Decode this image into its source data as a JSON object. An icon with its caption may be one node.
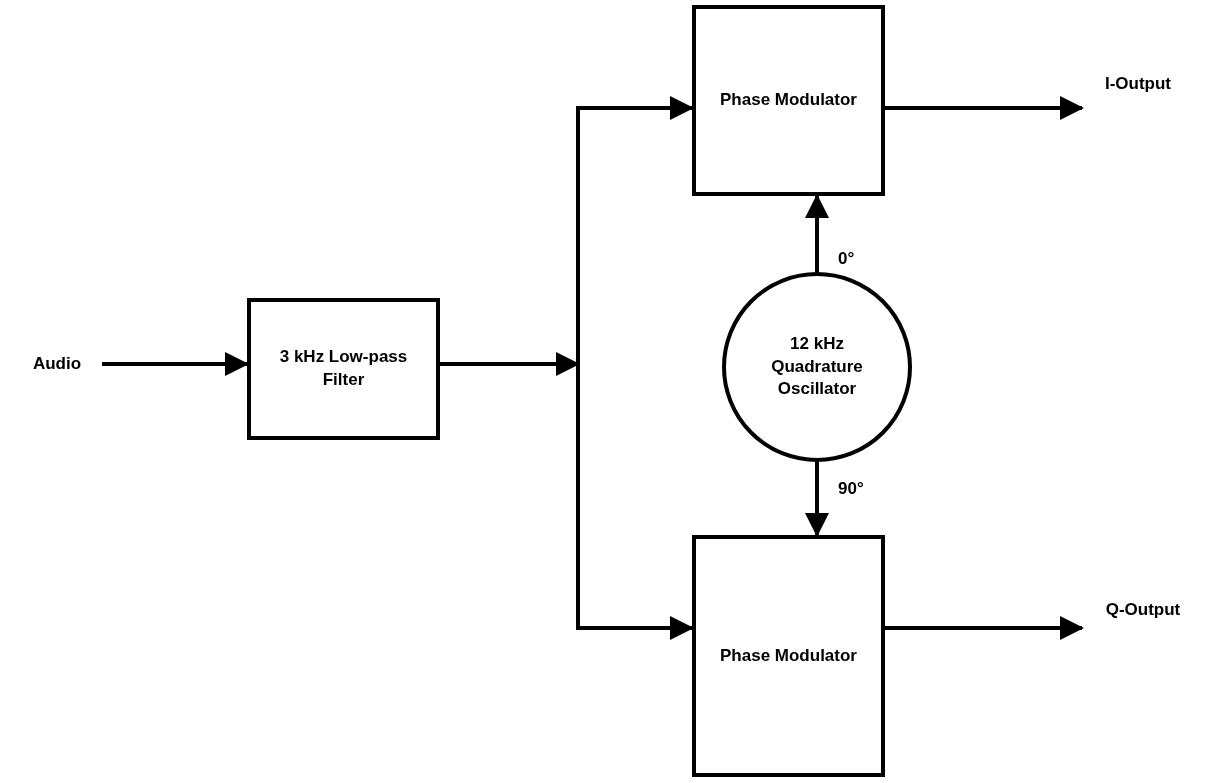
{
  "diagram": {
    "nodes": [
      {
        "text": [
          "Audio"
        ]
      },
      {
        "text": [
          "3 kHz Low-pass Filter"
        ]
      },
      {
        "text": [
          "Phase Modulator"
        ]
      },
      {
        "text": [
          "12 kHz Quadrature Oscillator"
        ]
      },
      {
        "text": [
          "Phase Modulator"
        ]
      },
      {
        "text": [
          "I-Output"
        ]
      },
      {
        "text": [
          "Q-Output"
        ]
      }
    ],
    "edges": [
      {
        "from": 0,
        "to": 1,
        "arrow": "to"
      },
      {
        "from": 1,
        "to": 2,
        "arrow": "to"
      },
      {
        "from": 1,
        "to": 4,
        "arrow": "to"
      },
      {
        "from": 3,
        "to": 2,
        "arrow": "to",
        "label": "0°"
      },
      {
        "from": 3,
        "to": 4,
        "arrow": "to",
        "label": "90°"
      },
      {
        "from": 2,
        "to": 5,
        "arrow": "to"
      },
      {
        "from": 4,
        "to": 6,
        "arrow": "to"
      }
    ]
  }
}
